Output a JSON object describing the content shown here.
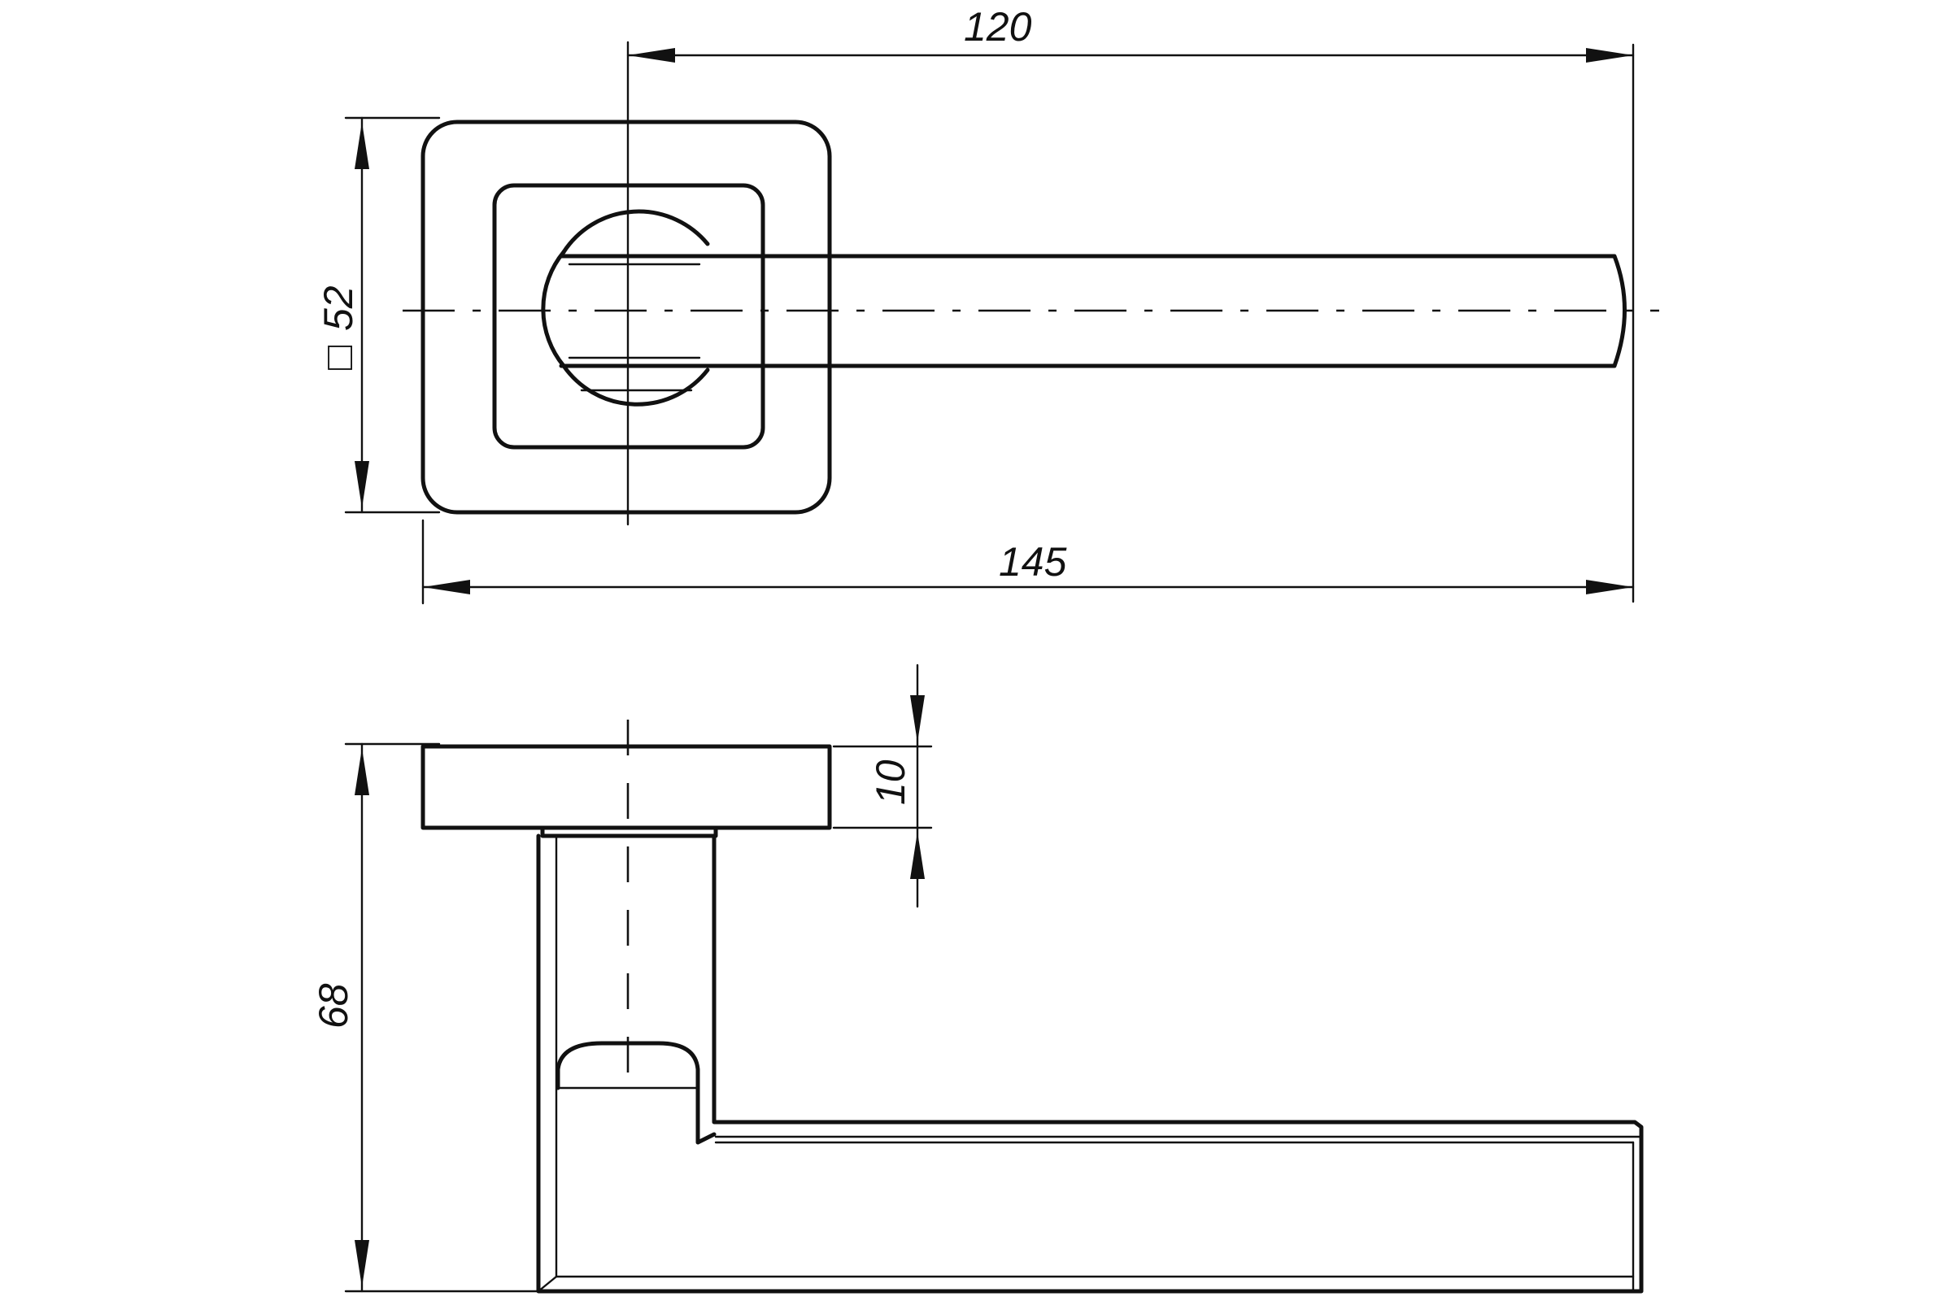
{
  "dimensions": {
    "rose_spacing": "120",
    "overall_length": "145",
    "rose_size_symbol": "□",
    "rose_size": "52",
    "rose_thickness": "10",
    "overall_depth": "68"
  },
  "colors": {
    "line": "#111111",
    "background": "#ffffff"
  }
}
